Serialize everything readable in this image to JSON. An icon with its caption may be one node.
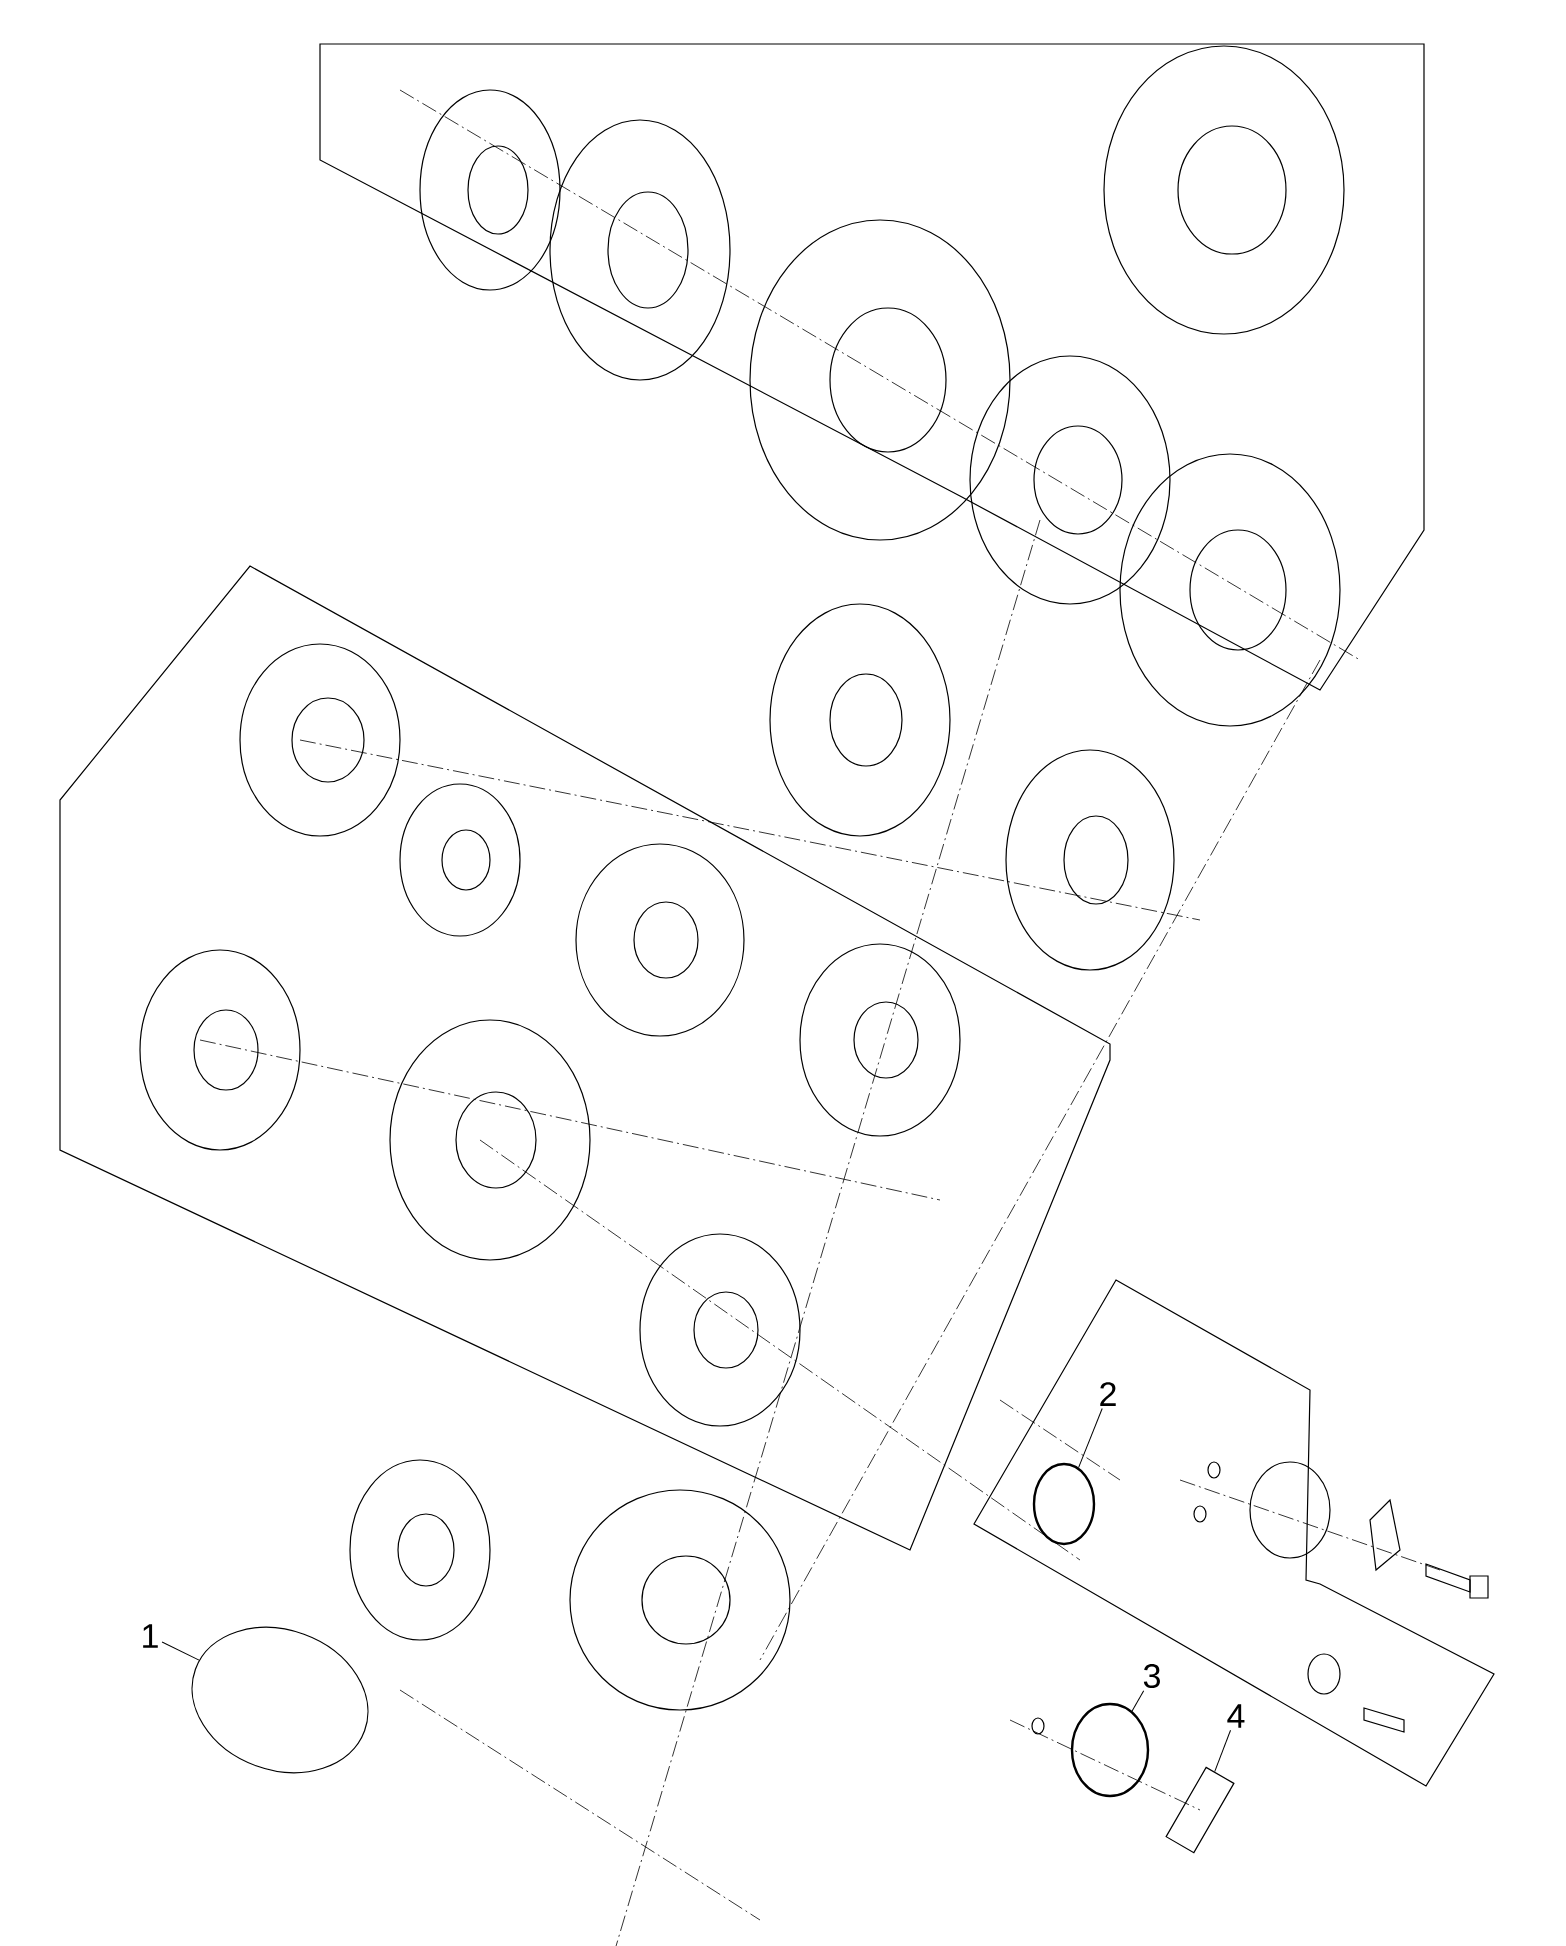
{
  "diagram": {
    "nodes": [
      {
        "text": [
          "1"
        ]
      },
      {
        "text": [
          "2"
        ]
      },
      {
        "text": [
          "3"
        ]
      },
      {
        "text": [
          "4"
        ]
      },
      {
        "text": [],
        "shape": "cylinder"
      },
      {
        "text": [],
        "shape": "circle"
      },
      {
        "text": [],
        "shape": "circle"
      },
      {
        "text": [],
        "shape": "bolt"
      }
    ],
    "edges": [
      {
        "from": 0,
        "to": 4,
        "arrow": "none"
      },
      {
        "from": 1,
        "to": 5,
        "arrow": "none"
      },
      {
        "from": 2,
        "to": 6,
        "arrow": "none"
      },
      {
        "from": 3,
        "to": 7,
        "arrow": "none"
      }
    ]
  }
}
